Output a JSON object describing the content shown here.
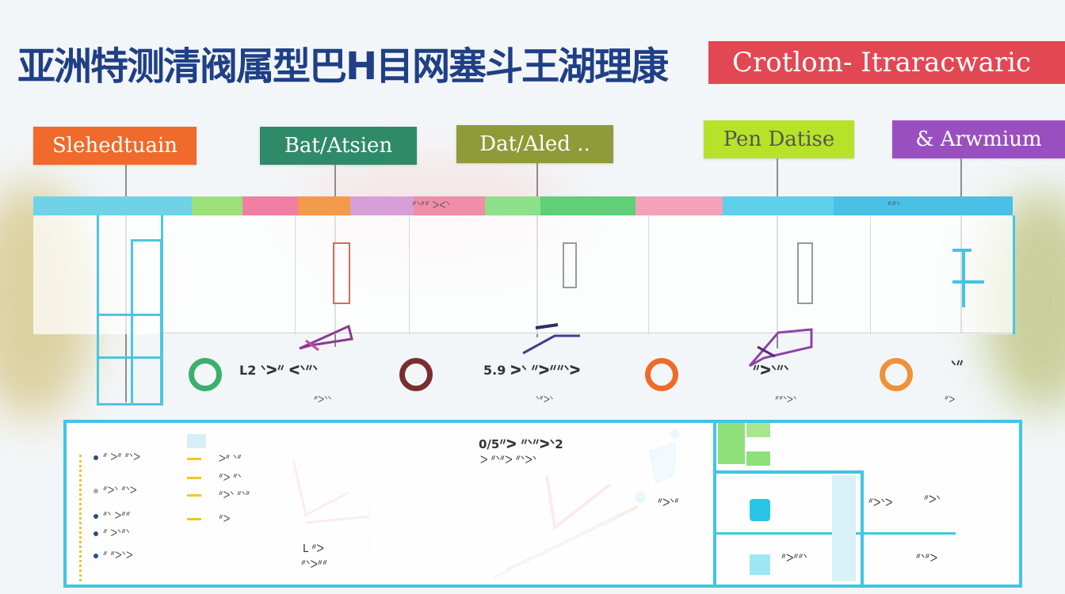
{
  "header": {
    "title": "亚洲特测清阀属型巴H目网塞斗王湖理康",
    "tag": "Crotlom- Itraracwaric",
    "tag_color": "#e24853"
  },
  "categories": [
    {
      "label": "Slehedtuain",
      "color": "#ef6a2b"
    },
    {
      "label": "Bat/Atsien",
      "color": "#2f8a6a"
    },
    {
      "label": "Dat/Aled ..",
      "color": "#8f9a38"
    },
    {
      "label": "Pen Datise",
      "color": "#b7e22a"
    },
    {
      "label": "& Arwmium",
      "color": "#9a4fc0"
    }
  ],
  "strip": {
    "label_1": "ᐥᐠᐥᐥ ᐳᐸᐠ",
    "label_2": "ᐥᐥᐠ"
  },
  "stats": [
    {
      "value": "L2 ᐠᐳᐥ ᐸᐠᐥᐠ",
      "sub": "ᐥᐳᐠᐠ",
      "ring": "#3bb06e"
    },
    {
      "value": "5.9 ᐳᐠ ᐥᐳᐥᐥᐠᐳ",
      "sub": "ᐠᐥᐳᐠ",
      "ring": "#7a2e2e"
    },
    {
      "value": "ᐥᐳᐠᐥᐠ",
      "sub": "ᐥᐥᐠᐳᐠ",
      "ring": "#f06a2a"
    },
    {
      "value": "ᐠᐥ",
      "sub": "ᐥᐳ",
      "ring": "#f0913a"
    }
  ],
  "bottom": {
    "legend": [
      "ᐥ ᐳᐥ ᐥᐠᐳ",
      "ᐥᐳᐠ ᐥᐠᐳ",
      "ᐥᐠ ᐳᐥᐥ",
      "ᐥ ᐳᐠᐥᐠ",
      "ᐥ ᐥᐳᐠᐳ"
    ],
    "mid": [
      "ᐳᐥ ᐠᐥ",
      "ᐥᐳ ᐥᐠ",
      "ᐥᐳᐠ ᐥᐠᐥ",
      "ᐥᐳ"
    ],
    "center_title": "0/5ᐥᐳ ᐥᐠᐥᐳᐠ2",
    "center_sub": "ᐳ ᐥᐠᐥᐳ ᐥᐠᐳᐠ",
    "bottom_label": "L ᐥᐳ",
    "bottom_label_2": "ᐥᐠᐳᐥᐥ",
    "right_a": "ᐥᐳᐠᐥ",
    "right_b": "ᐥᐳᐠ",
    "right_c": "ᐥᐳᐥᐥᐠ",
    "right_d": "ᐥᐠᐥᐳ",
    "right_e": "ᐥᐳᐠᐳ"
  }
}
